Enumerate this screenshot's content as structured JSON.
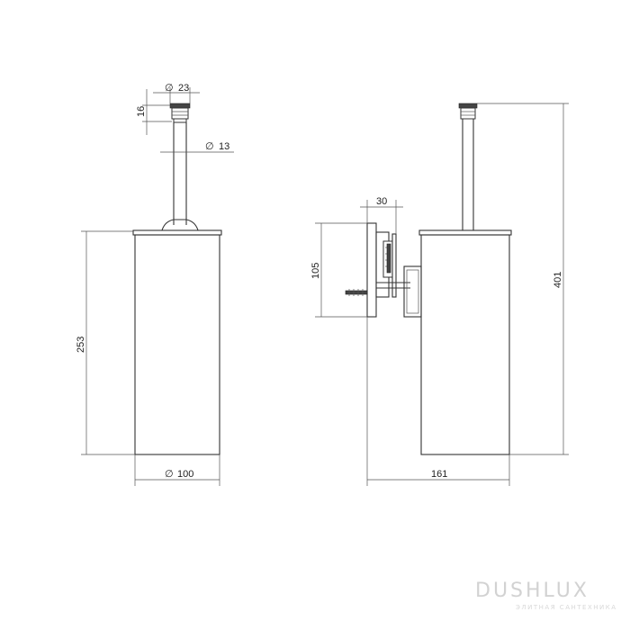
{
  "front_view": {
    "dim_top_diameter": {
      "symbol": "∅",
      "value": "23"
    },
    "dim_top_height": {
      "value": "16"
    },
    "dim_rod_diameter": {
      "symbol": "∅",
      "value": "13"
    },
    "dim_container_height": {
      "value": "253"
    },
    "dim_container_diameter": {
      "symbol": "∅",
      "value": "100"
    }
  },
  "side_view": {
    "dim_bracket_depth": {
      "value": "30"
    },
    "dim_bracket_height": {
      "value": "105"
    },
    "dim_total_height": {
      "value": "401"
    },
    "dim_total_depth": {
      "value": "161"
    }
  },
  "watermark": {
    "brand": "DUSHLUX",
    "tagline": "ЭЛИТНАЯ САНТЕХНИКА"
  }
}
